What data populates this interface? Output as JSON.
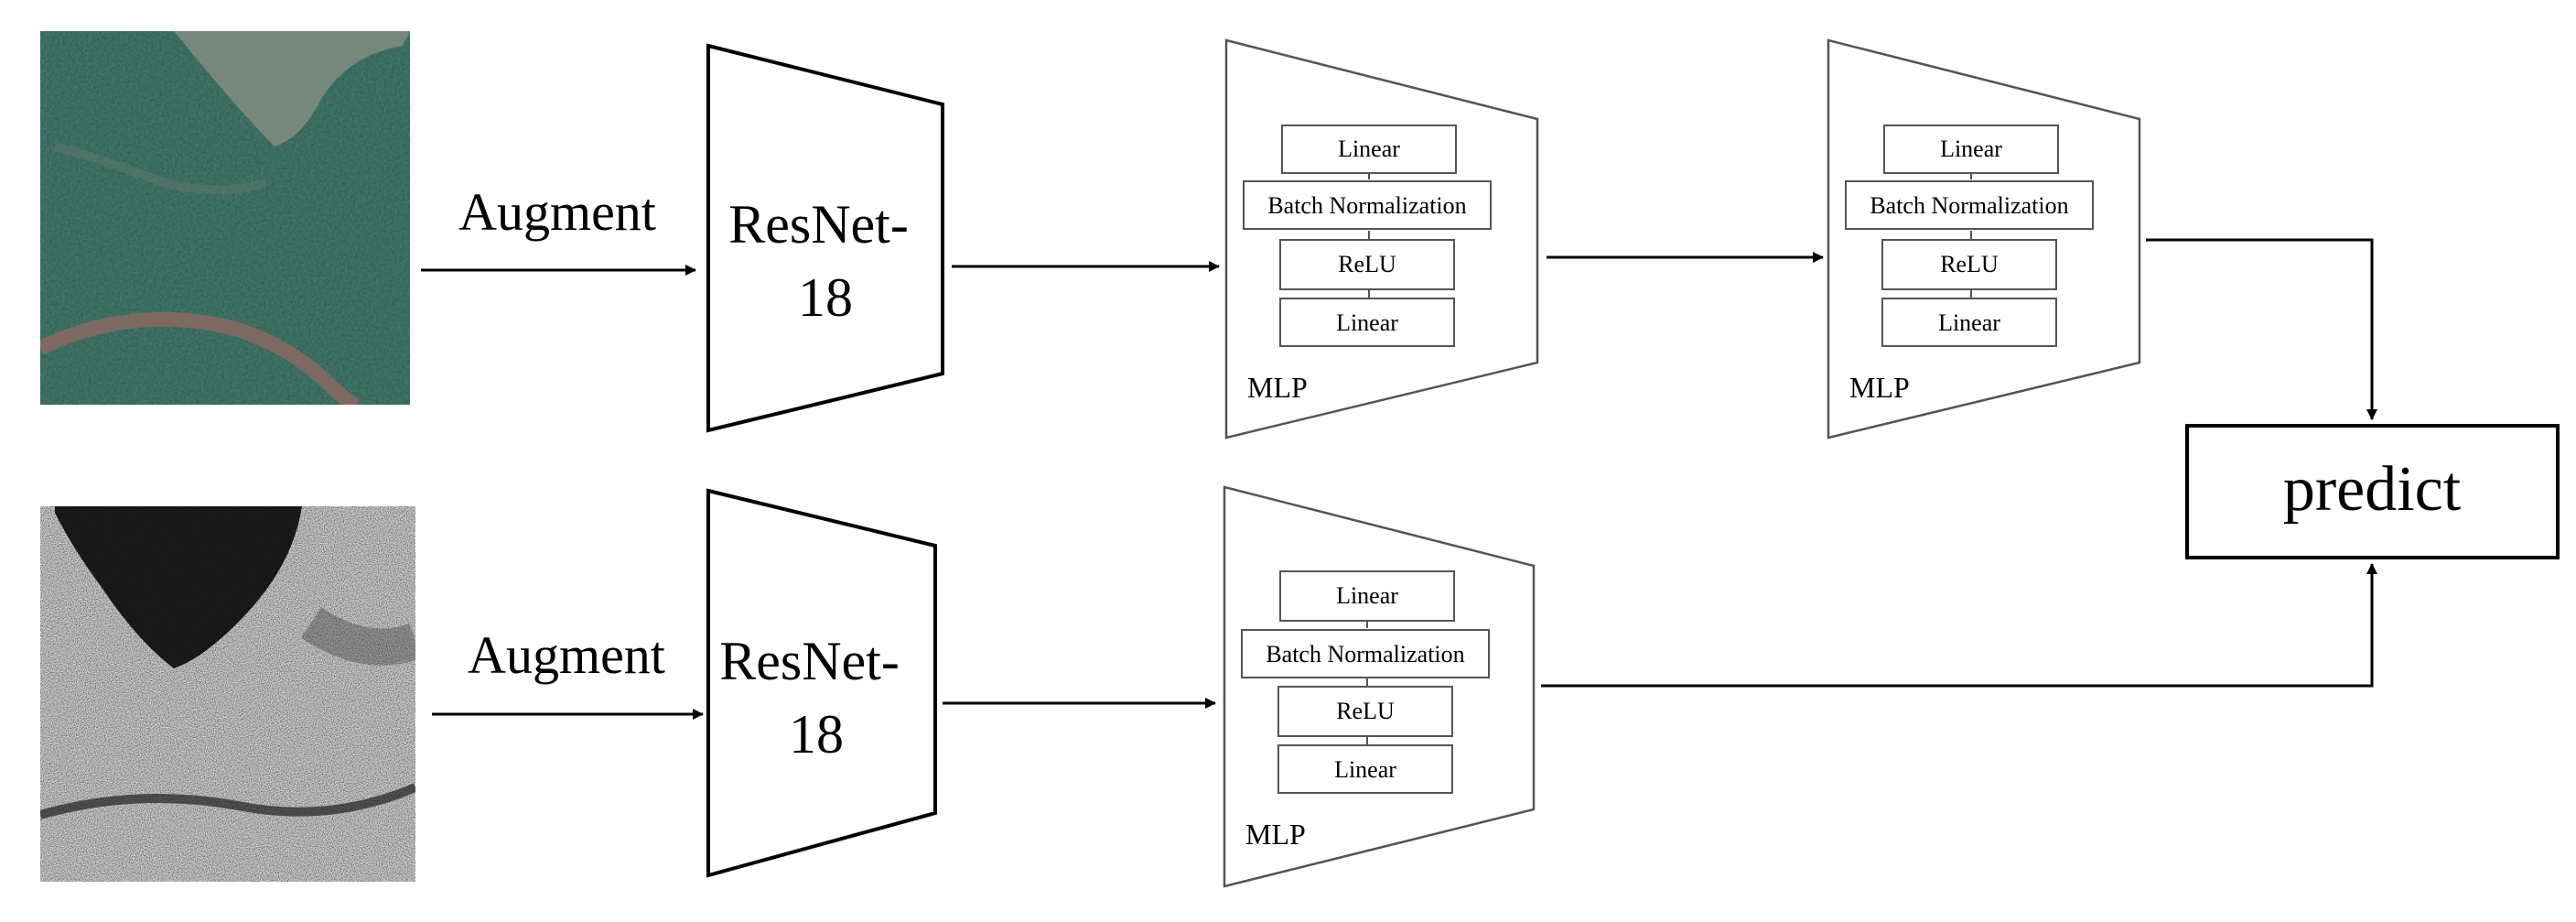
{
  "diagram": {
    "top_branch": {
      "augment_label": "Augment",
      "encoder_label": [
        "ResNet-",
        "18"
      ],
      "mlp_1": {
        "layers": [
          "Linear",
          "Batch Normalization",
          "ReLU",
          "Linear"
        ],
        "label": "MLP"
      },
      "mlp_2": {
        "layers": [
          "Linear",
          "Batch Normalization",
          "ReLU",
          "Linear"
        ],
        "label": "MLP"
      }
    },
    "bottom_branch": {
      "augment_label": "Augment",
      "encoder_label": [
        "ResNet-",
        "18"
      ],
      "mlp_1": {
        "layers": [
          "Linear",
          "Batch Normalization",
          "ReLU",
          "Linear"
        ],
        "label": "MLP"
      }
    },
    "output_label": "predict"
  }
}
